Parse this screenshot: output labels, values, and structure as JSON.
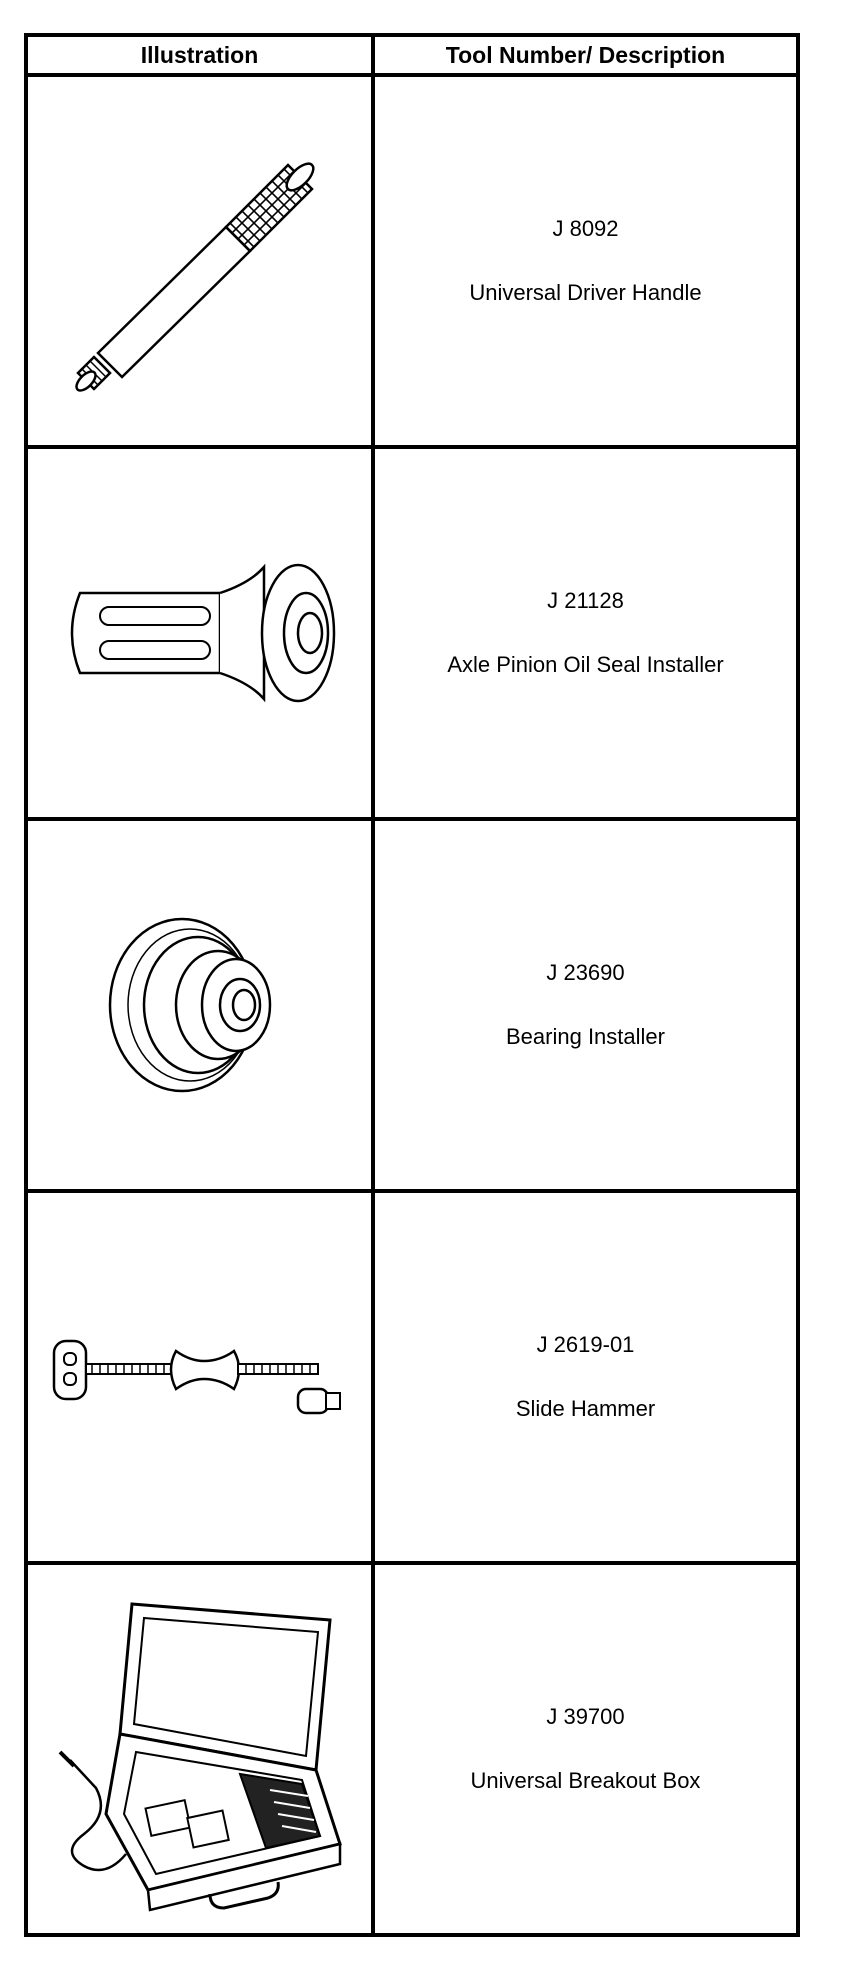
{
  "table": {
    "headers": [
      "Illustration",
      "Tool Number/ Description"
    ],
    "rows": [
      {
        "number": "J 8092",
        "description": "Universal Driver Handle",
        "icon": "driver-handle-icon"
      },
      {
        "number": "J 21128",
        "description": "Axle Pinion Oil Seal Installer",
        "icon": "seal-installer-icon"
      },
      {
        "number": "J 23690",
        "description": "Bearing Installer",
        "icon": "bearing-installer-icon"
      },
      {
        "number": "J 2619-01",
        "description": "Slide Hammer",
        "icon": "slide-hammer-icon"
      },
      {
        "number": "J 39700",
        "description": "Universal Breakout Box",
        "icon": "breakout-box-icon"
      }
    ]
  }
}
